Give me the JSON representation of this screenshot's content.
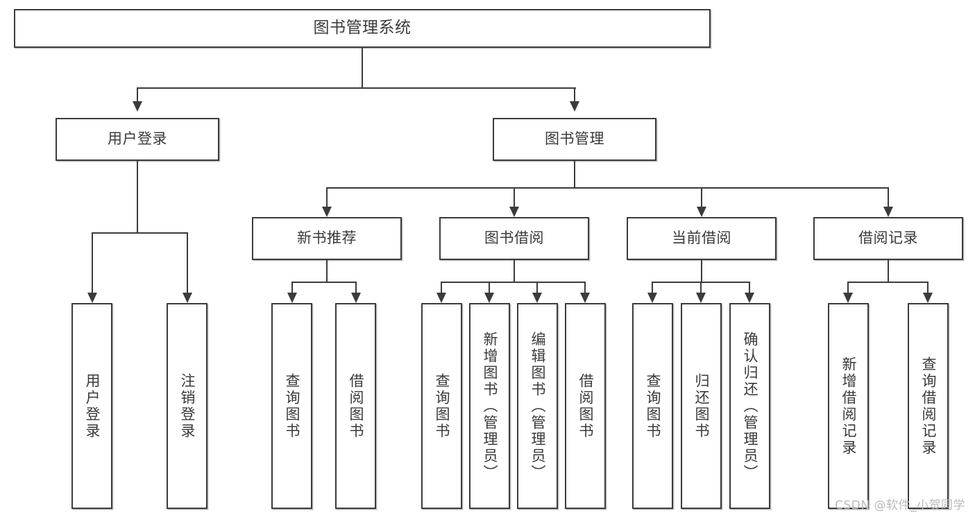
{
  "diagram": {
    "type": "tree-hierarchy",
    "title": "图书管理系统",
    "watermark": "CSDN @软件_小贺同学",
    "colors": {
      "border": "#3b3b3b",
      "text": "#3a3a3a",
      "background": "#ffffff",
      "watermark": "#b9b9b9"
    },
    "root": {
      "label": "图书管理系统"
    },
    "level1": [
      {
        "label": "用户登录"
      },
      {
        "label": "图书管理"
      }
    ],
    "level2": [
      {
        "label": "新书推荐"
      },
      {
        "label": "图书借阅"
      },
      {
        "label": "当前借阅"
      },
      {
        "label": "借阅记录"
      }
    ],
    "leaves": {
      "user_login": [
        {
          "label": "用户登录"
        },
        {
          "label": "注销登录"
        }
      ],
      "new_book_recommend": [
        {
          "label": "查询图书"
        },
        {
          "label": "借阅图书"
        }
      ],
      "book_borrow": [
        {
          "label": "查询图书"
        },
        {
          "label": "新增图书（管理员）"
        },
        {
          "label": "编辑图书（管理员）"
        },
        {
          "label": "借阅图书"
        }
      ],
      "current_borrow": [
        {
          "label": "查询图书"
        },
        {
          "label": "归还图书"
        },
        {
          "label": "确认归还（管理员）"
        }
      ],
      "borrow_record": [
        {
          "label": "新增借阅记录"
        },
        {
          "label": "查询借阅记录"
        }
      ]
    }
  }
}
